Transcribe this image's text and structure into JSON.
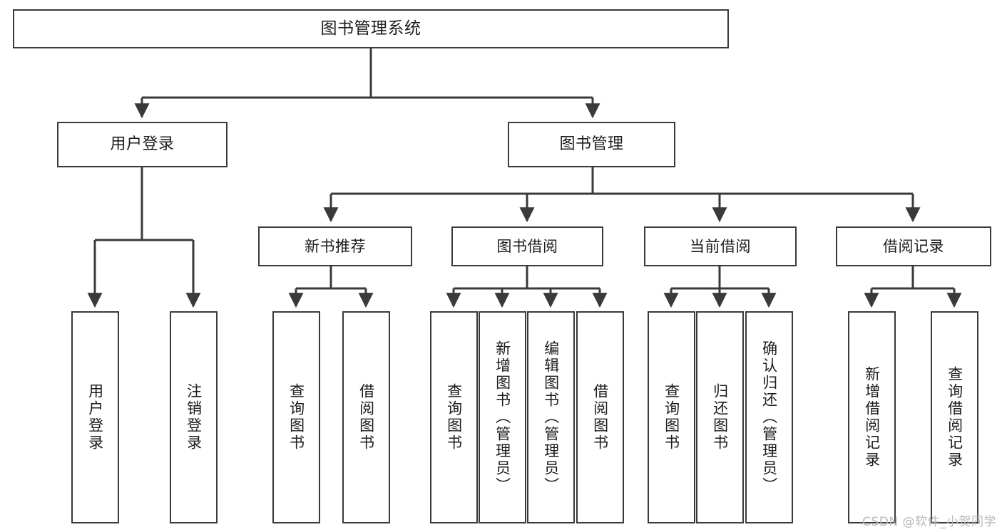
{
  "diagram": {
    "title": "图书管理系统",
    "watermark": "CSDN @软件_小贺同学",
    "line_color": "#3a3a3a",
    "box_fill": "#ffffff",
    "text_color": "#1c1c1c",
    "watermark_color": "#b9b9b9"
  },
  "root": {
    "label": "图书管理系统"
  },
  "level2": [
    {
      "label": "用户登录"
    },
    {
      "label": "图书管理"
    }
  ],
  "level3": [
    {
      "label": "新书推荐"
    },
    {
      "label": "图书借阅"
    },
    {
      "label": "当前借阅"
    },
    {
      "label": "借阅记录"
    }
  ],
  "leaves": {
    "user_login": [
      {
        "label": "用户登录"
      },
      {
        "label": "注销登录"
      }
    ],
    "new_book_recommend": [
      {
        "label": "查询图书"
      },
      {
        "label": "借阅图书"
      }
    ],
    "book_borrow": [
      {
        "label": "查询图书"
      },
      {
        "label": "新增图书（管理员）"
      },
      {
        "label": "编辑图书（管理员）"
      },
      {
        "label": "借阅图书"
      }
    ],
    "current_borrow": [
      {
        "label": "查询图书"
      },
      {
        "label": "归还图书"
      },
      {
        "label": "确认归还（管理员）"
      }
    ],
    "borrow_record": [
      {
        "label": "新增借阅记录"
      },
      {
        "label": "查询借阅记录"
      }
    ]
  }
}
